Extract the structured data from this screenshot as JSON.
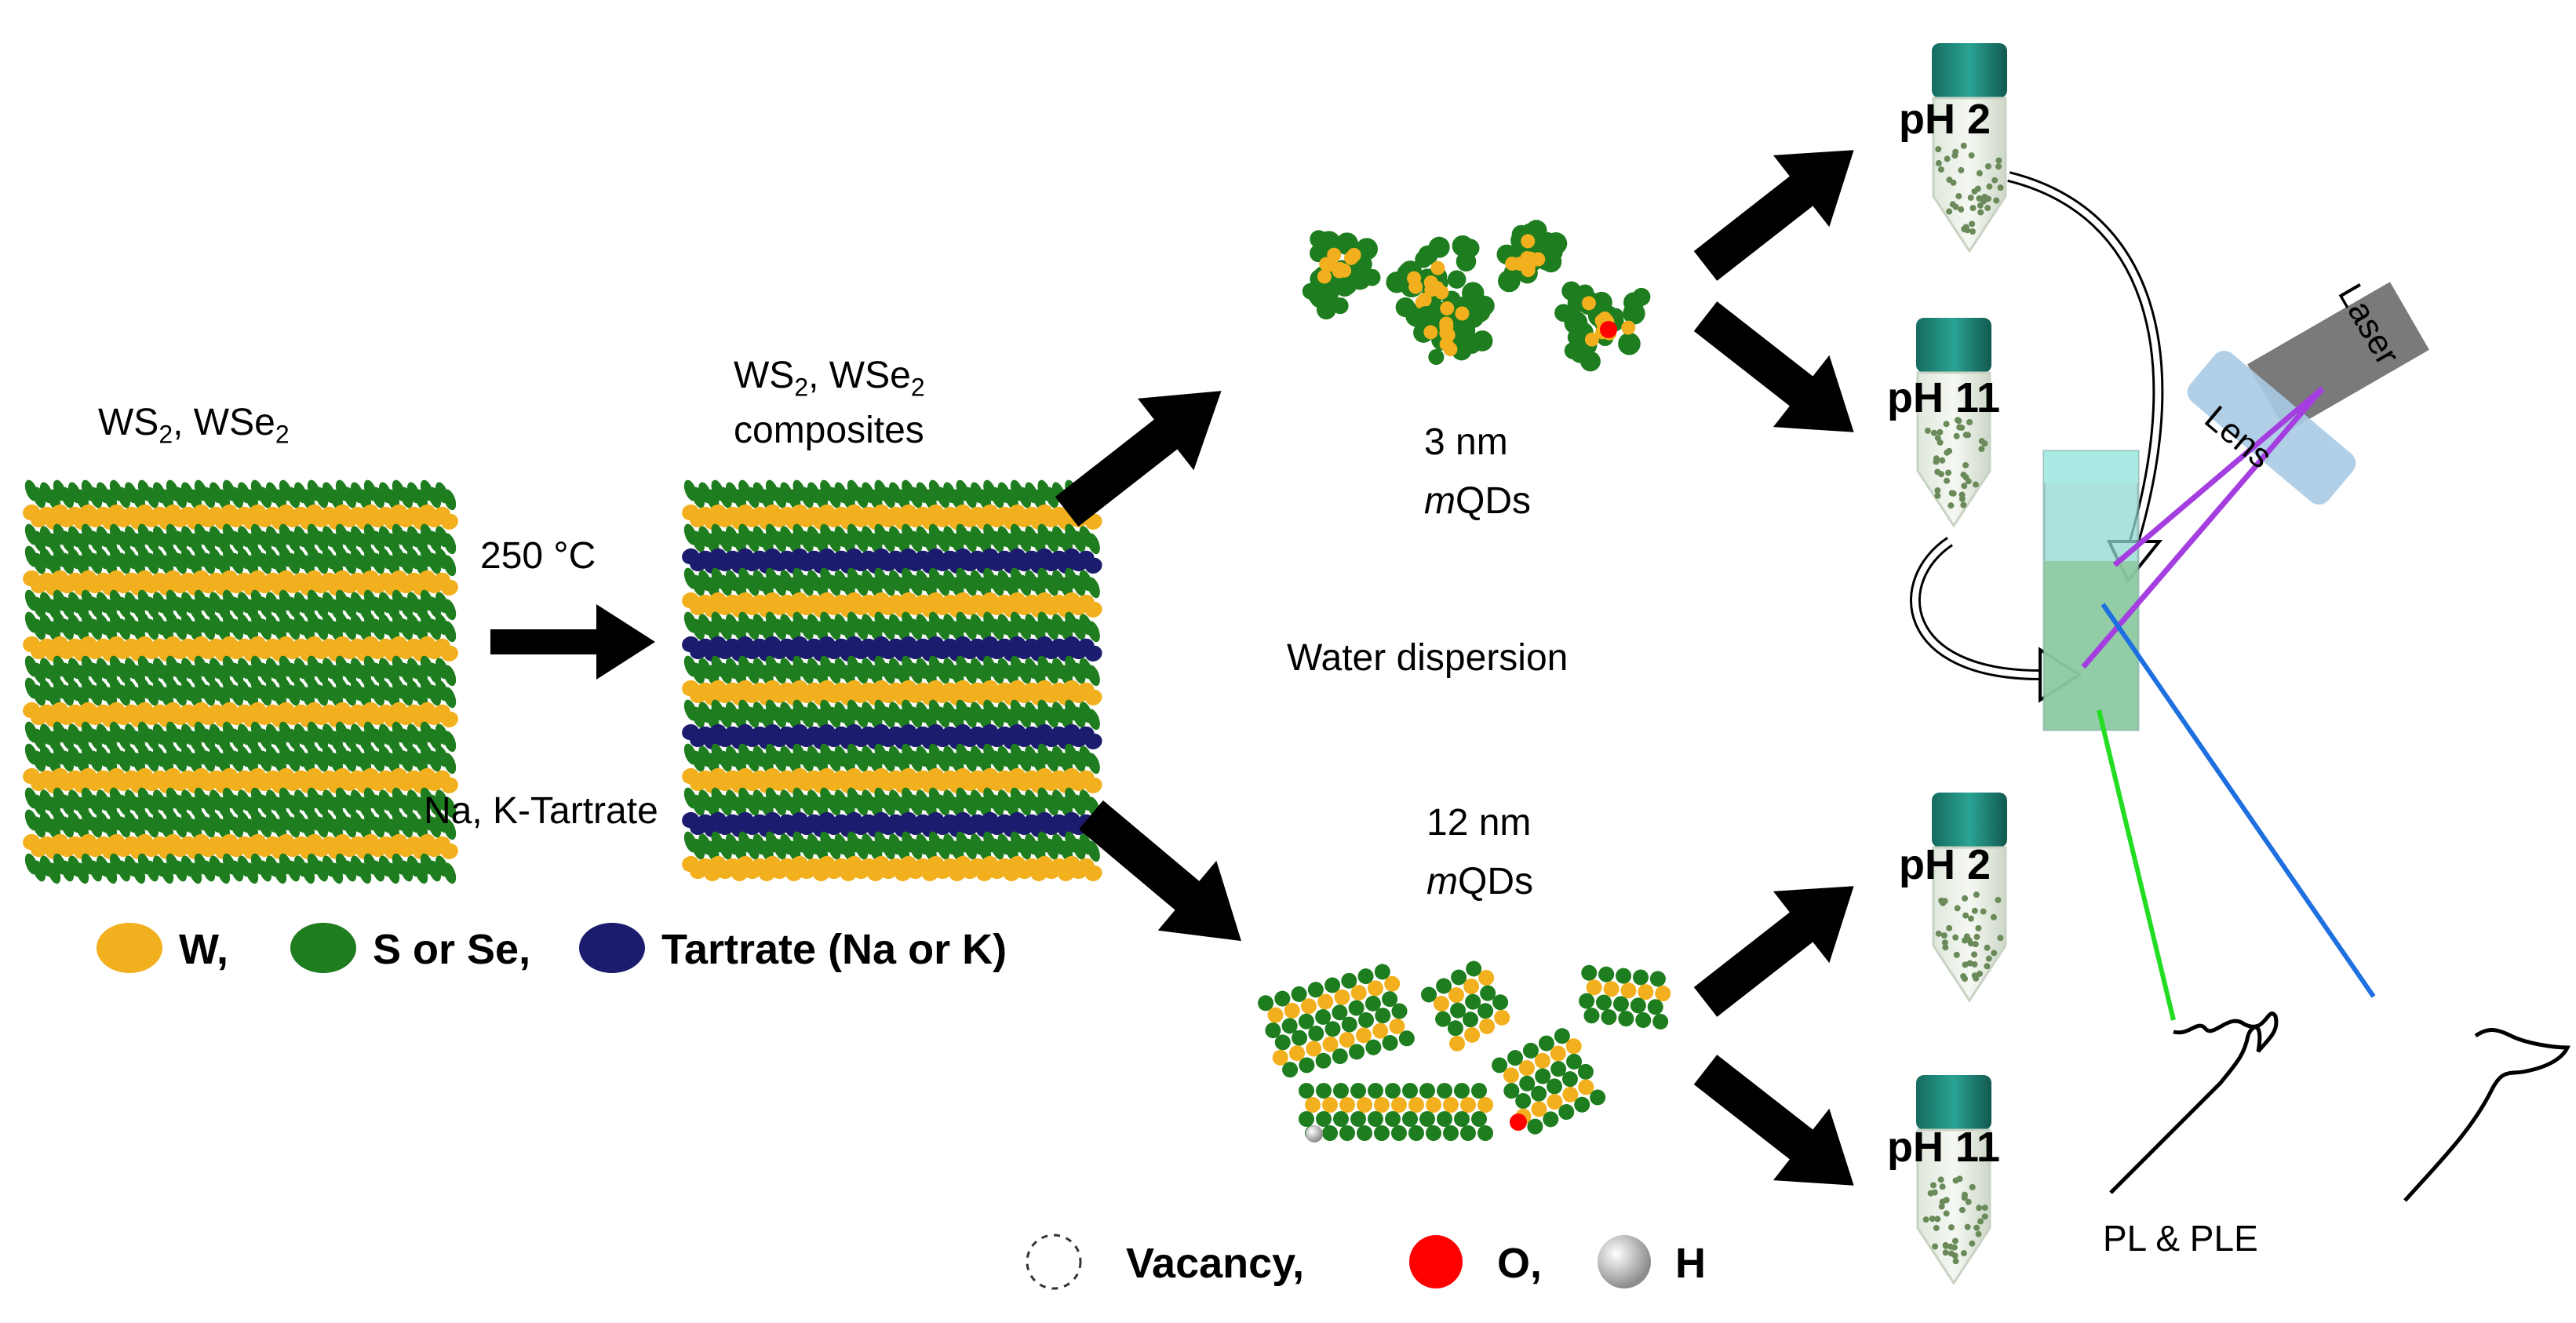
{
  "colors": {
    "tungsten": "#f2b01e",
    "chalcogen": "#1e7d1e",
    "tartrate": "#1c1c6e",
    "oxygen": "#ff0000",
    "hydrogen": "#b8b8b8",
    "tube_cap": "#1f8a7a",
    "arrow": "#000000",
    "laser_body": "#707070",
    "lens": "#a9cbe6",
    "cuvette": "#7fd2c9",
    "pl_beam": "#22dd22",
    "ple_beam": "#1e6fe0",
    "laser_beam": "#a53ee0"
  },
  "labels": {
    "bulk_title_1": "WS",
    "bulk_sub_1": "2",
    "bulk_title_2": ", WSe",
    "bulk_sub_2": "2",
    "comp_title_1": "WS",
    "comp_sub_1": "2",
    "comp_title_2": ", WSe",
    "comp_sub_2": "2",
    "comp_title_3": "composites",
    "temperature": "250 °C",
    "tartrate_salt": "Na, K-Tartrate",
    "small_size": "3 nm",
    "small_m": "m",
    "small_qd": "QDs",
    "large_size": "12 nm",
    "large_m": "m",
    "large_qd": "QDs",
    "water": "Water dispersion",
    "ph2_top": "pH 2",
    "ph11_top": "pH 11",
    "ph2_bottom": "pH 2",
    "ph11_bottom": "pH 11",
    "lens": "Lens",
    "laser": "Laser",
    "pl_ple": "PL & PLE"
  },
  "legend_top": [
    {
      "key": "tungsten",
      "label": "W,"
    },
    {
      "key": "chalcogen",
      "label": "S or Se,"
    },
    {
      "key": "tartrate",
      "label": "Tartrate (Na or K)"
    }
  ],
  "legend_bottom": [
    {
      "key": "vacancy",
      "label": "Vacancy,"
    },
    {
      "key": "oxygen",
      "label": "O,"
    },
    {
      "key": "hydrogen",
      "label": "H"
    }
  ]
}
